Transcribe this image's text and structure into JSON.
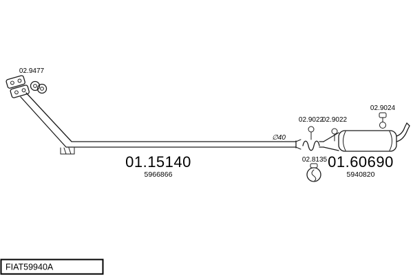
{
  "diagram": {
    "code_box": "FIAT59940A",
    "diameter": "∅40",
    "front_clamp_code": "02.9477",
    "front_pipe_code": "01.15140",
    "front_pipe_ref": "5966866",
    "mid_clamp_left_code": "02.9022",
    "mid_clamp_right_code": "02.9022",
    "center_hanger_code": "02.8135",
    "silencer_code": "01.60690",
    "silencer_ref": "5940820",
    "tail_hanger_code": "02.9024"
  }
}
